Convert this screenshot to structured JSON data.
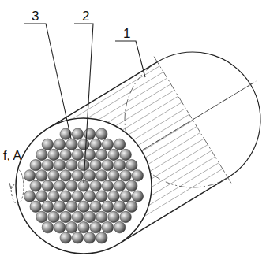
{
  "diagram": {
    "labels": [
      "3",
      "2",
      "1",
      "f, A"
    ]
  }
}
